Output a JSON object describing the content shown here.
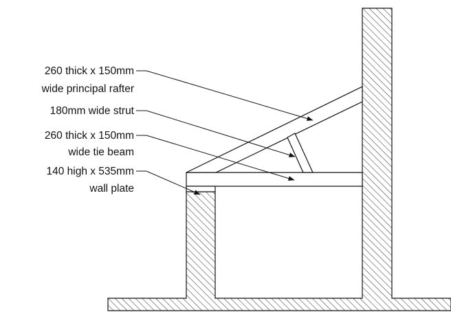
{
  "labels": {
    "rafter": {
      "line1": "260 thick x 150mm",
      "line2": "wide principal rafter"
    },
    "strut": {
      "line1": "180mm wide strut"
    },
    "tie_beam": {
      "line1": "260 thick x 150mm",
      "line2": "wide tie beam"
    },
    "wall_plate": {
      "line1": "140 high x 535mm",
      "line2": "wall plate"
    }
  },
  "colors": {
    "line": "#111111",
    "background": "#ffffff"
  }
}
